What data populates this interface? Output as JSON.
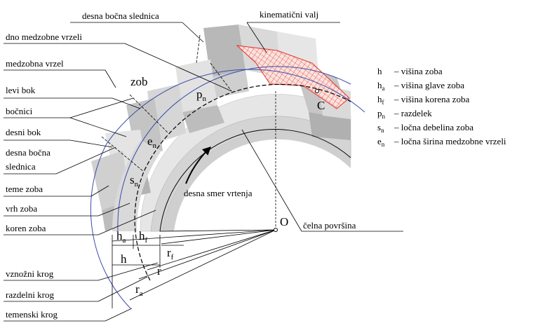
{
  "labels": {
    "desna_bocna_sled_top": "desna bočna slednica",
    "kinematicni_valj": "kinematični valj",
    "dno_medzobne": "dno medzobne vrzeli",
    "medzobna_vrzel": "medzobna vrzel",
    "levi_bok": "levi bok",
    "bocnici": "bočnici",
    "desni_bok": "desni bok",
    "desna_bocna_1": "desna bočna",
    "desna_bocna_2": "slednica",
    "teme_zoba": "teme zoba",
    "vrh_zoba": "vrh zoba",
    "koren_zoba": "koren zoba",
    "vznozni_krog": "vznožni krog",
    "razdelni_krog": "razdelni krog",
    "temenski_krog": "temenski krog",
    "celna_povrsina": "čelna površina",
    "desna_smer": "desna smer vrtenja",
    "zob": "zob"
  },
  "symbols": {
    "O": "O",
    "C": "C",
    "pn_base": "p",
    "pn_sub": "n",
    "en_base": "e",
    "en_sub": "n",
    "sn_base": "s",
    "sn_sub": "n",
    "ha_base": "h",
    "ha_sub": "a",
    "hf_base": "h",
    "hf_sub": "f",
    "h": "h",
    "r": "r",
    "rf_base": "r",
    "rf_sub": "f",
    "ra_base": "r",
    "ra_sub": "a"
  },
  "legend": [
    {
      "base": "h",
      "sub": "",
      "text": "– višina zoba"
    },
    {
      "base": "h",
      "sub": "a",
      "text": "– višina glave zoba"
    },
    {
      "base": "h",
      "sub": "f",
      "text": "– višina korena zoba"
    },
    {
      "base": "p",
      "sub": "n",
      "text": "– razdelek"
    },
    {
      "base": "s",
      "sub": "n",
      "text": "– ločna debelina zoba"
    },
    {
      "base": "e",
      "sub": "n",
      "text": "– ločna širina medzobne vrzeli"
    }
  ],
  "colors": {
    "gear_light": "#e4e4e4",
    "gear_mid": "#c8c8c8",
    "gear_dark": "#a6a6a6",
    "circle": "#3b4ca8",
    "hatch": "#e0322a"
  }
}
